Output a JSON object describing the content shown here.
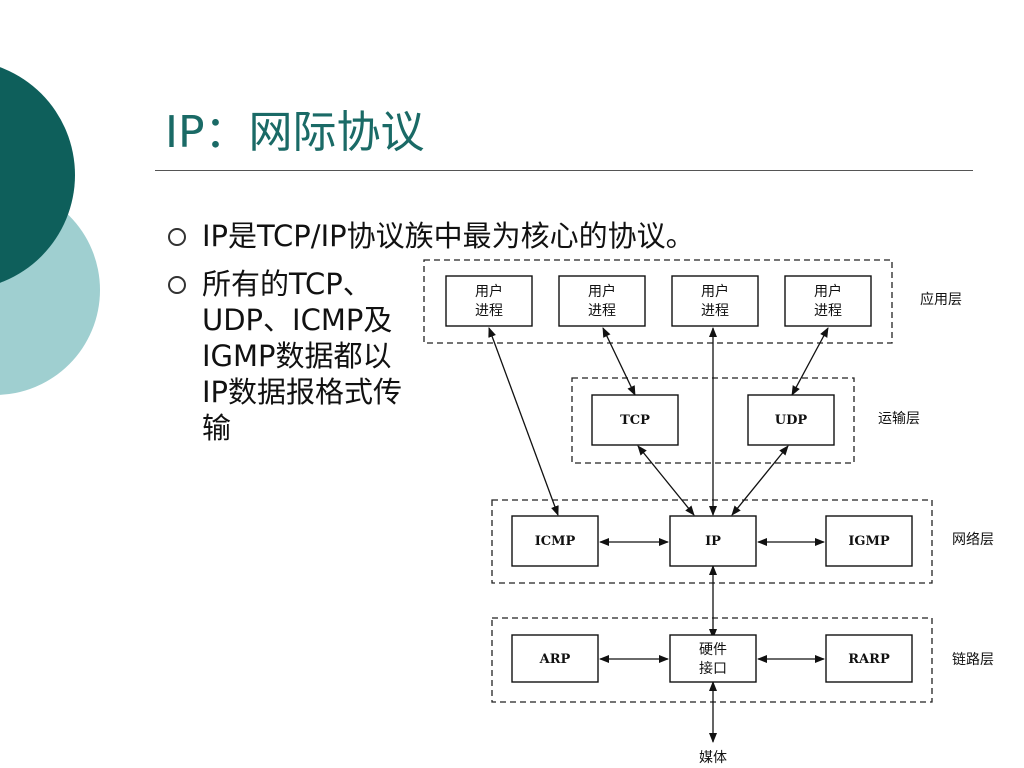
{
  "slide": {
    "title": "IP：网际协议",
    "bullets": [
      "IP是TCP/IP协议族中最为核心的协议。",
      "所有的TCP、UDP、ICMP及IGMP数据都以IP数据报格式传输"
    ]
  },
  "theme": {
    "title_color": "#1a6a66",
    "circle_dark": "#0e5f5b",
    "circle_light": "#9fcfd0"
  },
  "diagram": {
    "layers": {
      "app": "应用层",
      "transport": "运输层",
      "network": "网络层",
      "link": "链路层"
    },
    "nodes": {
      "proc_line1": "用户",
      "proc_line2": "进程",
      "tcp": "TCP",
      "udp": "UDP",
      "icmp": "ICMP",
      "ip": "IP",
      "igmp": "IGMP",
      "arp": "ARP",
      "hw_line1": "硬件",
      "hw_line2": "接口",
      "rarp": "RARP",
      "media": "媒体"
    }
  }
}
